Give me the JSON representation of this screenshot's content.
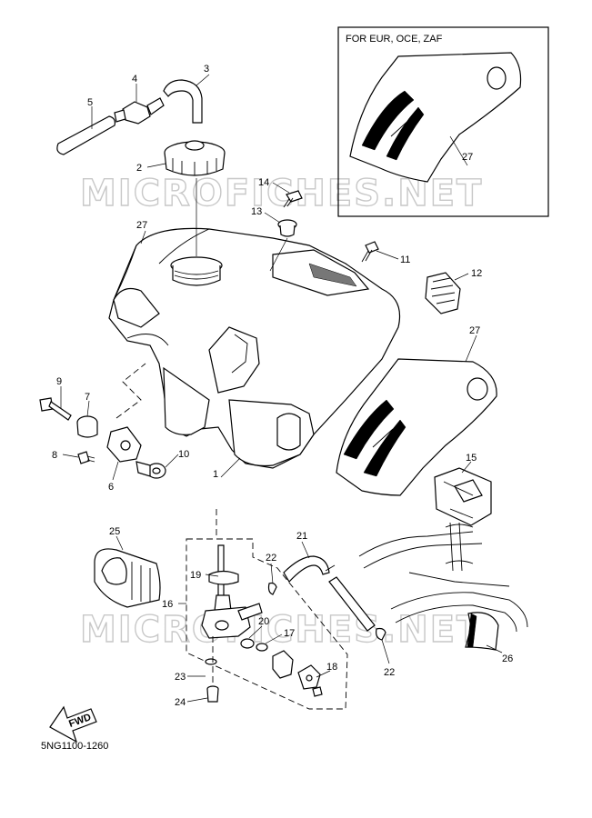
{
  "watermark": "MICROFICHES.NET",
  "inset_caption": "FOR EUR, OCE, ZAF",
  "diagram_code": "5NG1100-1260",
  "fwd_label": "FWD",
  "callouts": {
    "c1": "1",
    "c2": "2",
    "c3": "3",
    "c4": "4",
    "c5": "5",
    "c6": "6",
    "c7": "7",
    "c8": "8",
    "c9": "9",
    "c10": "10",
    "c11": "11",
    "c12": "12",
    "c13": "13",
    "c14": "14",
    "c15": "15",
    "c16": "16",
    "c17": "17",
    "c18": "18",
    "c19": "19",
    "c20": "20",
    "c21": "21",
    "c22a": "22",
    "c22b": "22",
    "c23": "23",
    "c24": "24",
    "c25": "25",
    "c26": "26",
    "c27a": "27",
    "c27b": "27",
    "c27c": "27"
  }
}
